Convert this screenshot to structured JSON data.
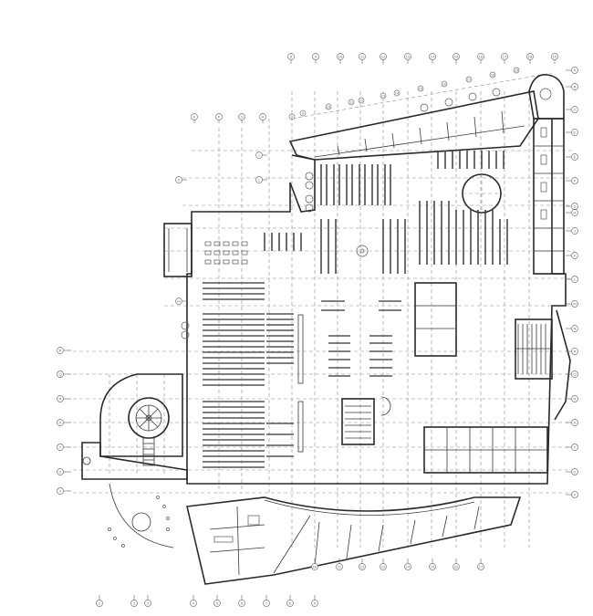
{
  "drawing": {
    "type": "architectural-floor-plan",
    "background": "#ffffff",
    "line_color": "#2a2a2a",
    "grid_color": "#8a8a8a"
  },
  "grid_bubbles": {
    "top": [
      "8",
      "9",
      "10",
      "11",
      "12",
      "13",
      "14",
      "15",
      "16",
      "17",
      "18",
      "19"
    ],
    "top_diagonal": [
      "8",
      "9",
      "10",
      "11",
      "12",
      "13",
      "14",
      "15",
      "16",
      "17",
      "18",
      "19",
      "20"
    ],
    "right": [
      "A",
      "B",
      "C",
      "D",
      "E",
      "F",
      "G",
      "H",
      "J",
      "K",
      "L",
      "M",
      "N",
      "P",
      "Q",
      "R",
      "S",
      "T",
      "U",
      "V",
      "W"
    ],
    "left_upper": [
      "E",
      "F",
      "G",
      "H",
      "J",
      "K",
      "L",
      "M"
    ],
    "left_lower": [
      "P",
      "Q",
      "R",
      "S",
      "T",
      "U",
      "V"
    ],
    "bottom": [
      "1",
      "2",
      "3",
      "4",
      "5",
      "6",
      "7",
      "8",
      "9"
    ],
    "bottom_right": [
      "10",
      "11",
      "12",
      "13",
      "14",
      "15",
      "16",
      "17"
    ]
  },
  "zones": [
    {
      "name": "north-office-wing",
      "description": "angled office strip along north edge"
    },
    {
      "name": "northeast-rotunda",
      "description": "rounded corner meeting room"
    },
    {
      "name": "east-office-column",
      "description": "private offices along east facade"
    },
    {
      "name": "central-reading-room",
      "description": "circular reading room"
    },
    {
      "name": "main-stacks",
      "description": "book stack rows"
    },
    {
      "name": "atrium",
      "description": "central atrium with feature"
    },
    {
      "name": "grand-stair",
      "description": "main entry stair"
    },
    {
      "name": "auditorium",
      "description": "tiered seating room"
    },
    {
      "name": "west-entry-pavilion",
      "description": "rotunda with spiral stair"
    },
    {
      "name": "south-office-wing",
      "description": "curved office strip along south edge"
    }
  ]
}
